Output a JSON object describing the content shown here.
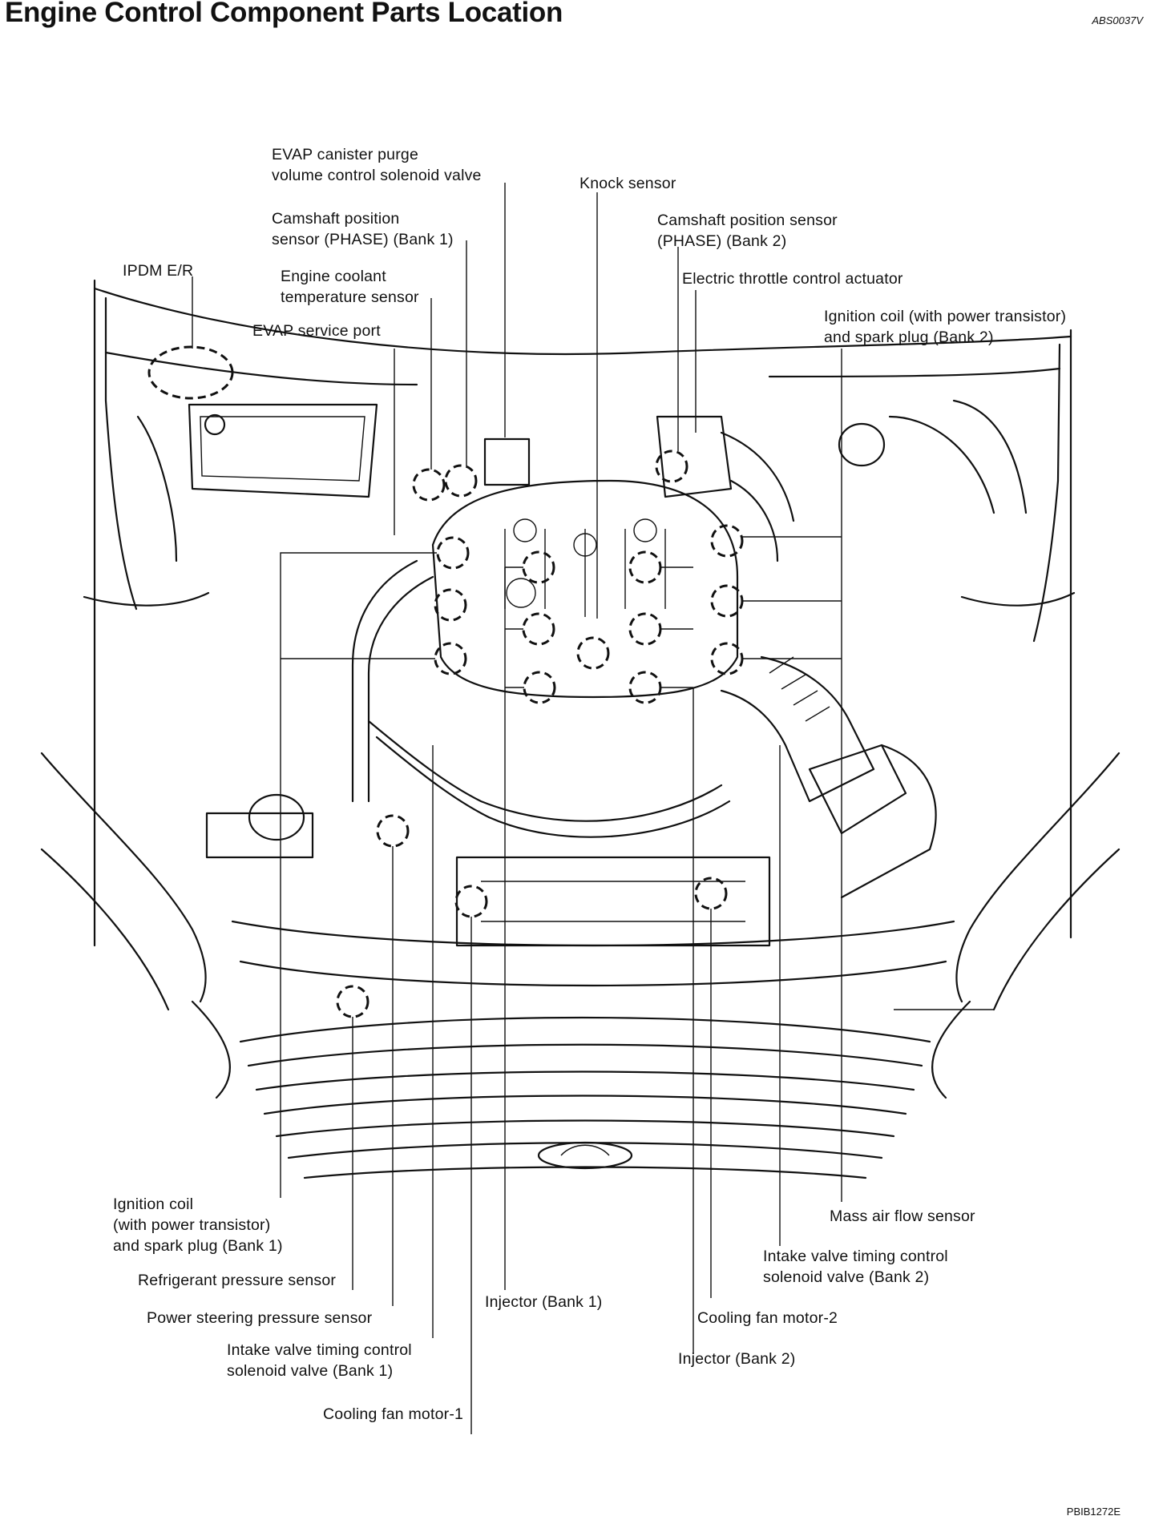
{
  "title": "Engine Control Component Parts Location",
  "doc_code": "ABS0037V",
  "figure_code": "PBIB1272E",
  "labels": {
    "evap_canister_purge": [
      "EVAP canister purge",
      "volume control solenoid valve"
    ],
    "knock_sensor": [
      "Knock sensor"
    ],
    "cmp_bank1": [
      "Camshaft position",
      "sensor (PHASE) (Bank 1)"
    ],
    "cmp_bank2": [
      "Camshaft position sensor",
      "(PHASE) (Bank 2)"
    ],
    "ipdm": [
      "IPDM E/R"
    ],
    "ect_sensor": [
      "Engine coolant",
      "temperature sensor"
    ],
    "throttle_actuator": [
      "Electric throttle control actuator"
    ],
    "evap_service_port": [
      "EVAP service port"
    ],
    "ign_coil_bank2": [
      "Ignition coil (with power transistor)",
      "and spark plug (Bank 2)"
    ],
    "ign_coil_bank1": [
      "Ignition coil",
      "(with power transistor)",
      "and spark plug (Bank 1)"
    ],
    "maf_sensor": [
      "Mass air flow sensor"
    ],
    "ivt_bank2": [
      "Intake valve timing control",
      "solenoid valve (Bank 2)"
    ],
    "refrigerant_pressure": [
      "Refrigerant pressure sensor"
    ],
    "power_steering": [
      "Power steering pressure sensor"
    ],
    "injector_bank1": [
      "Injector (Bank 1)"
    ],
    "cooling_fan_2": [
      "Cooling fan motor-2"
    ],
    "ivt_bank1": [
      "Intake valve timing control",
      "solenoid valve (Bank 1)"
    ],
    "injector_bank2": [
      "Injector (Bank 2)"
    ],
    "cooling_fan_1": [
      "Cooling fan motor-1"
    ]
  }
}
